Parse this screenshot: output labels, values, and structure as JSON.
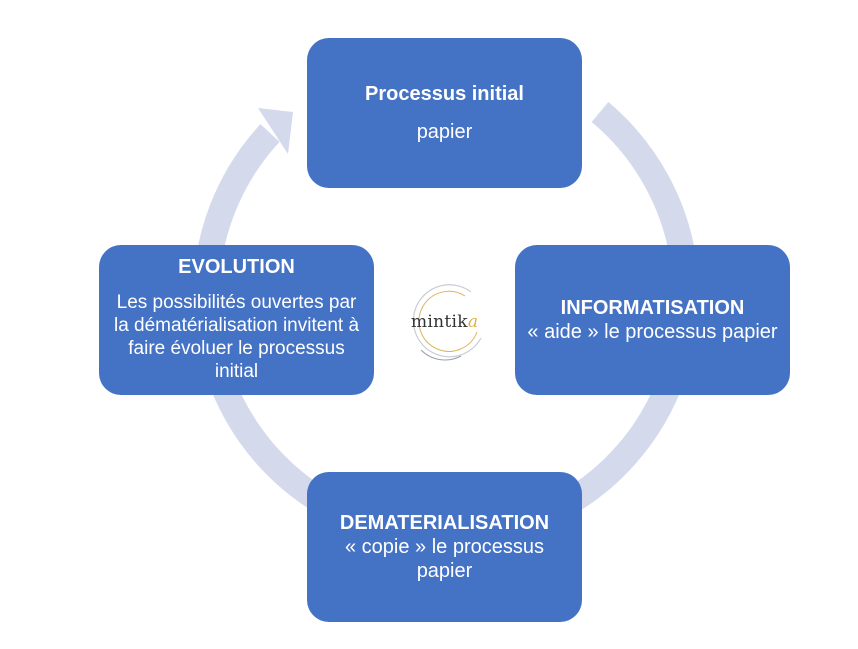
{
  "nodes": {
    "top": {
      "title": "Processus initial",
      "body": "papier"
    },
    "right": {
      "title": "INFORMATISATION",
      "body": "« aide » le processus papier"
    },
    "bottom": {
      "title": "DEMATERIALISATION",
      "body": "« copie » le processus papier"
    },
    "left": {
      "title": "EVOLUTION",
      "body": "Les possibilités ouvertes par la dématérialisation invitent à faire évoluer le processus initial"
    }
  },
  "logo": {
    "text_main": "mintik",
    "text_accent": "a"
  },
  "colors": {
    "node_fill": "#4472c4",
    "node_text": "#ffffff",
    "ring": "#d4d9ec",
    "logo_accent": "#e3b14a"
  }
}
